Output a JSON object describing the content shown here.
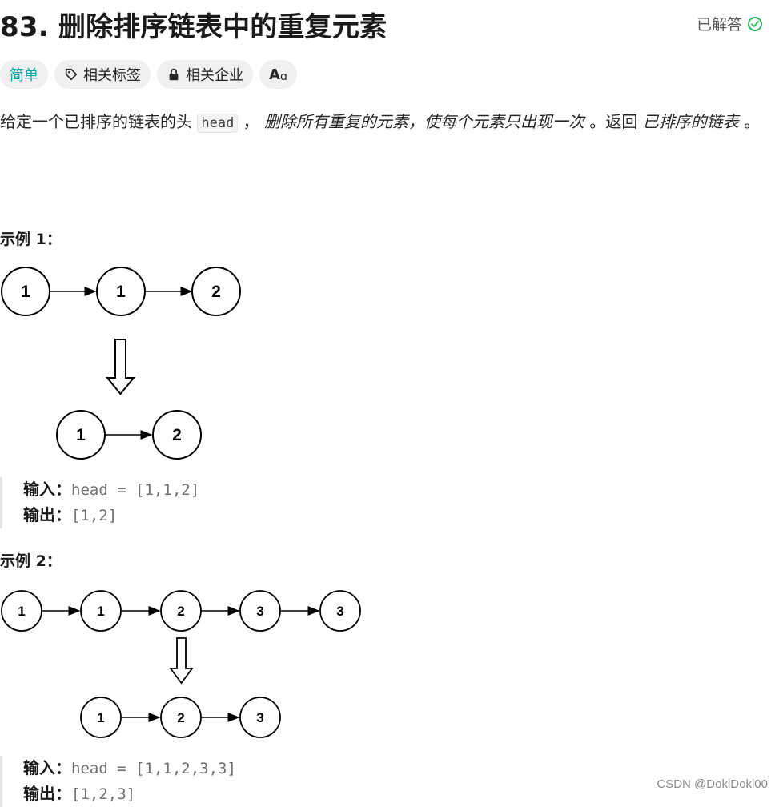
{
  "problem": {
    "title": "83. 删除排序链表中的重复元素",
    "status": "已解答",
    "tags": {
      "difficulty": "简单",
      "related_tags": "相关标签",
      "related_companies": "相关企业",
      "translate": "A"
    },
    "description": {
      "part1": "给定一个已排序的链表的头 ",
      "code": "head",
      "part2": " ， ",
      "em1": "删除所有重复的元素，使每个元素只出现一次",
      "part3": " 。返回 ",
      "em2": "已排序的链表",
      "part4": " 。"
    }
  },
  "examples": [
    {
      "heading": "示例 1：",
      "input_label": "输入：",
      "input_value": "head = [1,1,2]",
      "output_label": "输出：",
      "output_value": "[1,2]",
      "before": [
        "1",
        "1",
        "2"
      ],
      "after": [
        "1",
        "2"
      ]
    },
    {
      "heading": "示例 2：",
      "input_label": "输入：",
      "input_value": "head = [1,1,2,3,3]",
      "output_label": "输出：",
      "output_value": "[1,2,3]",
      "before": [
        "1",
        "1",
        "2",
        "3",
        "3"
      ],
      "after": [
        "1",
        "2",
        "3"
      ]
    }
  ],
  "watermark": "CSDN @DokiDoki00"
}
